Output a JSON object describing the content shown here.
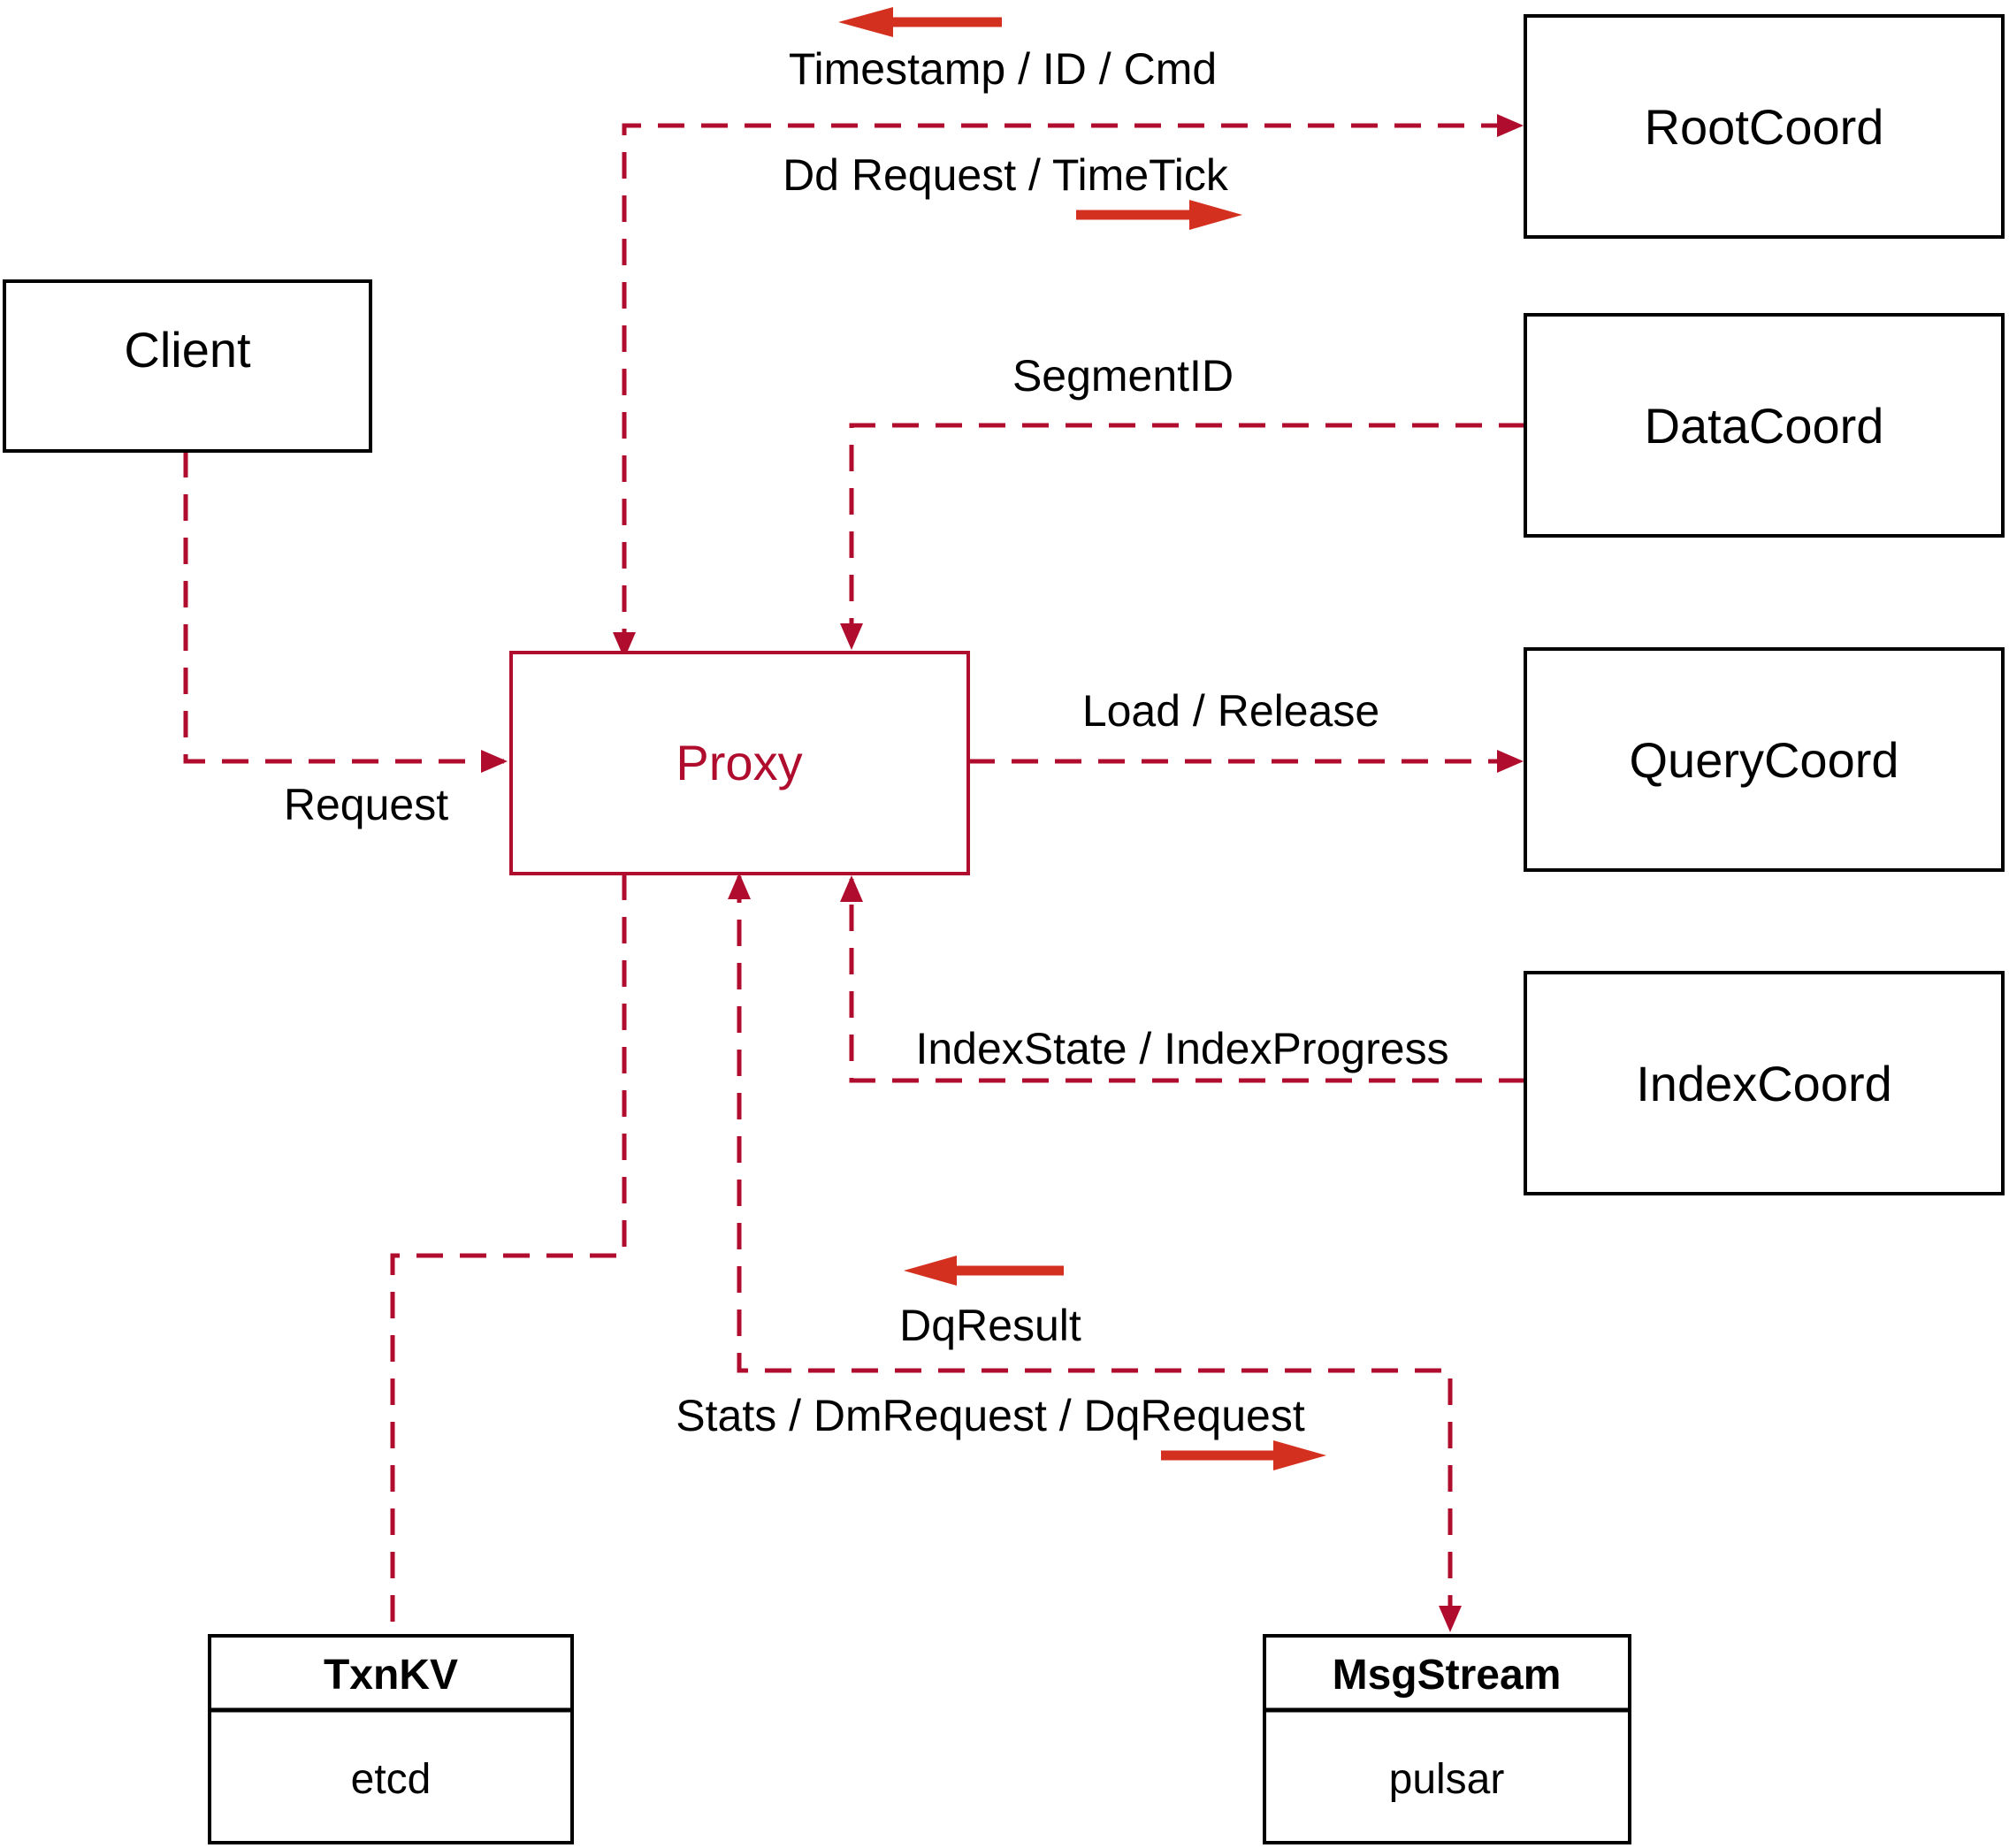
{
  "diagram": {
    "nodes": {
      "client": {
        "label": "Client"
      },
      "proxy": {
        "label": "Proxy"
      },
      "root_coord": {
        "label": "RootCoord"
      },
      "data_coord": {
        "label": "DataCoord"
      },
      "query_coord": {
        "label": "QueryCoord"
      },
      "index_coord": {
        "label": "IndexCoord"
      },
      "txn_kv": {
        "title": "TxnKV",
        "impl": "etcd"
      },
      "msg_stream": {
        "title": "MsgStream",
        "impl": "pulsar"
      }
    },
    "edge_labels": {
      "timestamp_id_cmd": "Timestamp / ID / Cmd",
      "dd_request_timetick": "Dd Request / TimeTick",
      "segment_id": "SegmentID",
      "load_release": "Load / Release",
      "index_state": "IndexState / IndexProgress",
      "request": "Request",
      "dq_result": "DqResult",
      "stats_dm_dq": "Stats / DmRequest / DqRequest"
    },
    "colors": {
      "line": "#b00d2e",
      "arrow": "#d4301f",
      "box_border": "#000000",
      "text_color": "#000000"
    }
  }
}
